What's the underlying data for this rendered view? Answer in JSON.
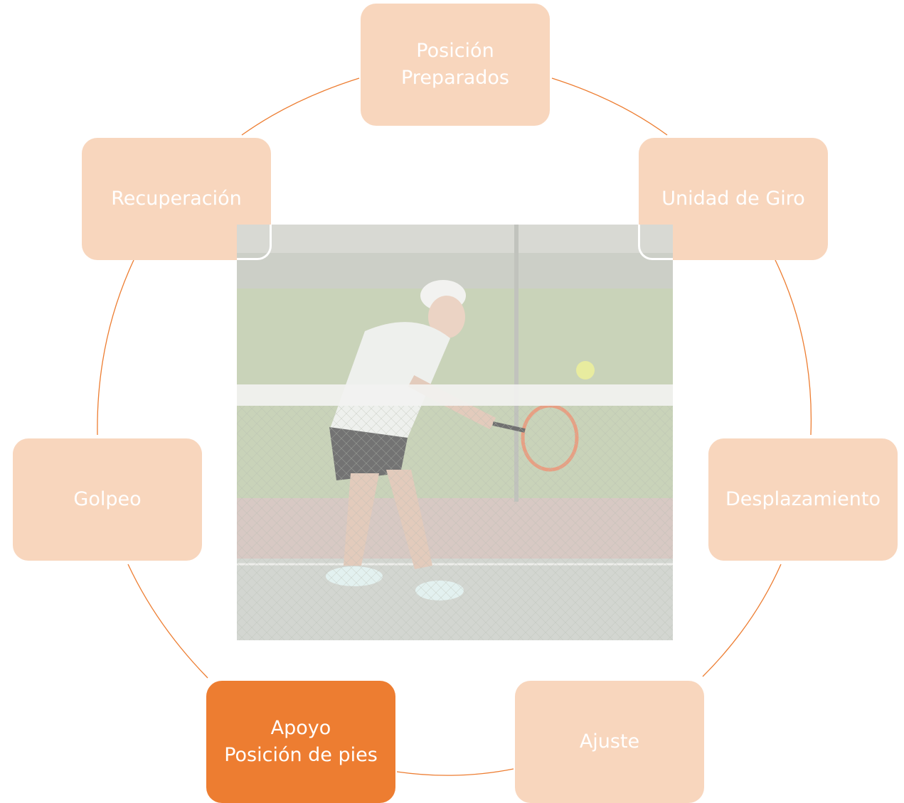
{
  "diagram": {
    "steps": [
      {
        "id": "posicion-preparados",
        "lines": [
          "Posición",
          "Preparados"
        ],
        "active": false
      },
      {
        "id": "unidad-de-giro",
        "lines": [
          "Unidad de Giro"
        ],
        "active": false
      },
      {
        "id": "desplazamiento",
        "lines": [
          "Desplazamiento"
        ],
        "active": false
      },
      {
        "id": "ajuste",
        "lines": [
          "Ajuste"
        ],
        "active": false
      },
      {
        "id": "apoyo",
        "lines": [
          "Apoyo",
          "Posición de pies"
        ],
        "active": true
      },
      {
        "id": "golpeo",
        "lines": [
          "Golpeo"
        ],
        "active": false
      },
      {
        "id": "recuperacion",
        "lines": [
          "Recuperación"
        ],
        "active": false
      }
    ],
    "colors": {
      "node_fill": "#f8d6bd",
      "node_active_fill": "#ed7d31",
      "node_text": "#ffffff",
      "connector": "#ed7d31"
    },
    "photo": {
      "subject": "tennis-player-backhand-photo"
    }
  }
}
